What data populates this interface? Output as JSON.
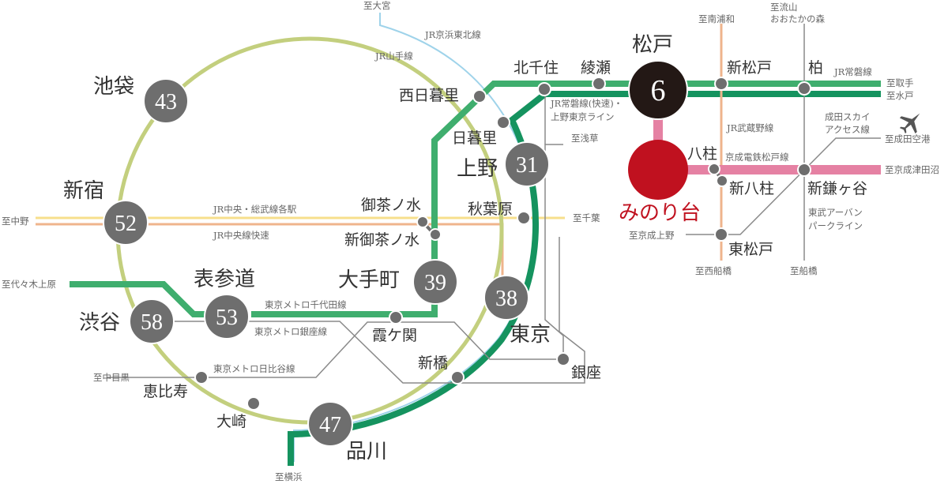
{
  "colors": {
    "yamanote": "#c3cf7e",
    "keihin_tohoku": "#9fd3ea",
    "joban": "#3fae6e",
    "joban_rapid": "#15935f",
    "chiyoda": "#3fae6e",
    "chuo_sobu": "#f7df8c",
    "chuo_rapid": "#efb48c",
    "musashino": "#efb48c",
    "keisei": "#e581a3",
    "gray_line": "#8a8a8a",
    "station": "#6e6e6e",
    "matsudo": "#231815",
    "minoridai": "#c0111f"
  },
  "home_station": {
    "name": "みのり台"
  },
  "hub_stations": [
    {
      "id": "matsudo",
      "name": "松戸",
      "minutes": "6"
    },
    {
      "id": "ikebukuro",
      "name": "池袋",
      "minutes": "43"
    },
    {
      "id": "shinjuku",
      "name": "新宿",
      "minutes": "52"
    },
    {
      "id": "shibuya",
      "name": "渋谷",
      "minutes": "58"
    },
    {
      "id": "omotesando",
      "name": "表参道",
      "minutes": "53"
    },
    {
      "id": "otemachi",
      "name": "大手町",
      "minutes": "39"
    },
    {
      "id": "ueno",
      "name": "上野",
      "minutes": "31"
    },
    {
      "id": "tokyo",
      "name": "東京",
      "minutes": "38"
    },
    {
      "id": "shinagawa",
      "name": "品川",
      "minutes": "47"
    }
  ],
  "stations": {
    "nishinippori": "西日暮里",
    "kitasenju": "北千住",
    "ayase": "綾瀬",
    "nippori": "日暮里",
    "ochanomizu": "御茶ノ水",
    "shin_ochanomizu": "新御茶ノ水",
    "akihabara": "秋葉原",
    "kasumigaseki": "霞ケ関",
    "shimbashi": "新橋",
    "ginza": "銀座",
    "ebisu": "恵比寿",
    "osaki": "大崎",
    "shin_matsudo": "新松戸",
    "kashiwa": "柏",
    "yabashira": "八柱",
    "shin_yahashira": "新八柱",
    "shin_kamagaya": "新鎌ヶ谷",
    "higashi_matsudo": "東松戸"
  },
  "line_labels": {
    "keihin_tohoku": "JR京浜東北線",
    "yamanote": "JR山手線",
    "joban_rapid": "JR常磐線(快速)・",
    "ueno_tokyo_line": "上野東京ライン",
    "joban": "JR常磐線",
    "musashino": "JR武蔵野線",
    "keisei_matsudo": "京成電鉄松戸線",
    "narita_sky_access_1": "成田スカイ",
    "narita_sky_access_2": "アクセス線",
    "tobu_urban_park_1": "東武アーバン",
    "tobu_urban_park_2": "パークライン",
    "chuo_sobu": "JR中央・総武線各駅",
    "chuo_rapid": "JR中央線快速",
    "chiyoda": "東京メトロ千代田線",
    "ginza_line": "東京メトロ銀座線",
    "hibiya": "東京メトロ日比谷線"
  },
  "destinations": {
    "omiya": "至大宮",
    "minami_urawa": "至南浦和",
    "nagareyama_1": "至流山",
    "nagareyama_2": "おおたかの森",
    "toride": "至取手",
    "mito": "至水戸",
    "narita_airport": "至成田空港",
    "keisei_tsudanuma": "至京成津田沼",
    "keisei_ueno": "至京成上野",
    "nishi_funabashi": "至西船橋",
    "funabashi": "至船橋",
    "asakusa": "至浅草",
    "chiba": "至千葉",
    "nakano": "至中野",
    "yoyogi_uehara": "至代々木上原",
    "naka_meguro": "至中目黒",
    "yokohama": "至横浜"
  },
  "icons": {
    "airport": "airplane-icon"
  }
}
